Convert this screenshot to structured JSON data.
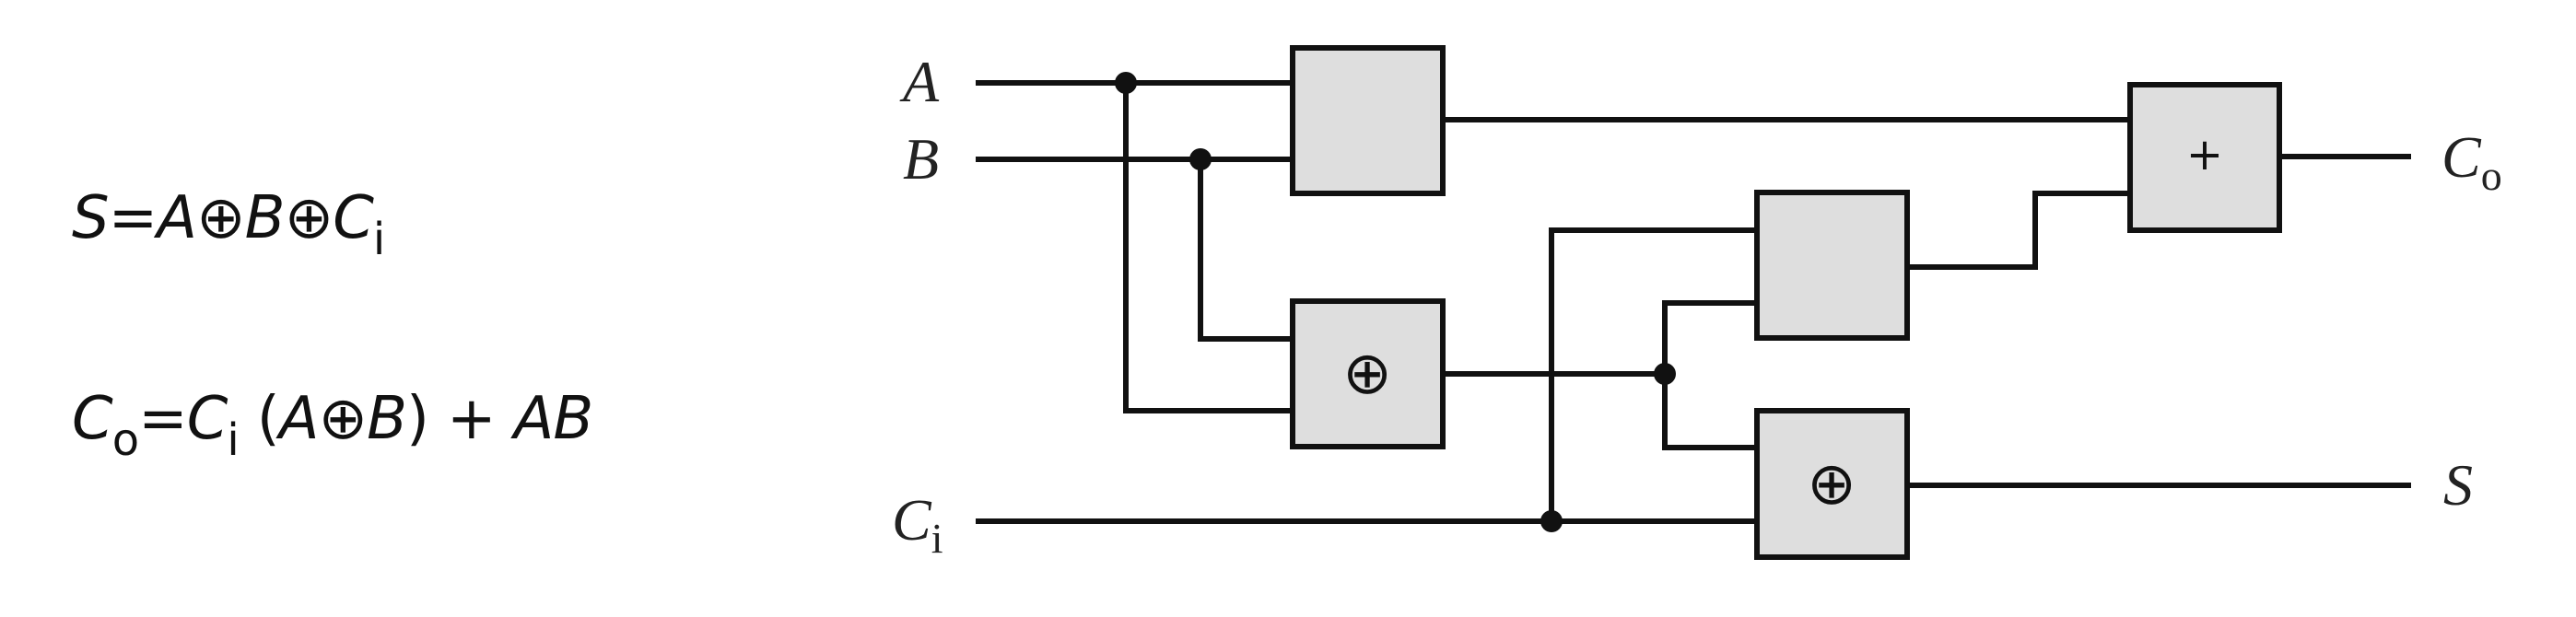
{
  "equations": {
    "sum": {
      "lhs": "S",
      "eq": "=",
      "t1": "A",
      "op1": "⊕",
      "t2": "B",
      "op2": "⊕",
      "t3": "C",
      "t3_sub": "i"
    },
    "carry": {
      "lhs": "C",
      "lhs_sub": "o",
      "eq": "=",
      "t1": "C",
      "t1_sub": "i",
      "lparen": "(",
      "t2": "A",
      "op1": "⊕",
      "t3": "B",
      "rparen": ")",
      "plus": "+",
      "t4": "AB"
    }
  },
  "circuit": {
    "inputs": {
      "a": "A",
      "b": "B",
      "ci": "C",
      "ci_sub": "i"
    },
    "outputs": {
      "co": "C",
      "co_sub": "o",
      "s": "S"
    },
    "gate_symbols": {
      "xor1": "⊕",
      "xor2": "⊕",
      "or": "+"
    }
  }
}
